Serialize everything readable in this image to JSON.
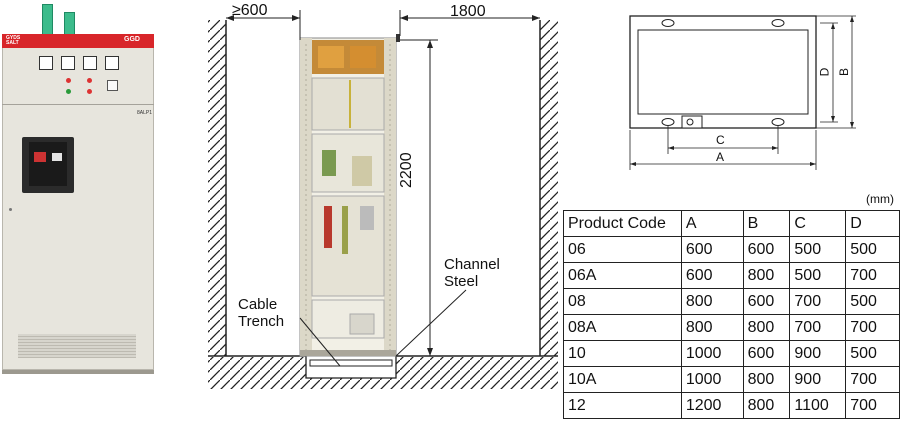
{
  "photo": {
    "logo_text": "GYDS\nSALT",
    "model_badge": "GGD",
    "nameplate": "8ALP1"
  },
  "section": {
    "clearance_front": "≥600",
    "clearance_rear": "1800",
    "height": "2200",
    "channel_steel": [
      "Channel",
      "Steel"
    ],
    "cable_trench": [
      "Cable",
      "Trench"
    ]
  },
  "plan": {
    "dim_A": "A",
    "dim_B": "B",
    "dim_C": "C",
    "dim_D": "D"
  },
  "table": {
    "unit": "(mm)",
    "headers": [
      "Product Code",
      "A",
      "B",
      "C",
      "D"
    ],
    "rows": [
      [
        "06",
        "600",
        "600",
        "500",
        "500"
      ],
      [
        "06A",
        "600",
        "800",
        "500",
        "700"
      ],
      [
        "08",
        "800",
        "600",
        "700",
        "500"
      ],
      [
        "08A",
        "800",
        "800",
        "700",
        "700"
      ],
      [
        "10",
        "1000",
        "600",
        "900",
        "500"
      ],
      [
        "10A",
        "1000",
        "800",
        "900",
        "700"
      ],
      [
        "12",
        "1200",
        "800",
        "1100",
        "700"
      ]
    ]
  },
  "colors": {
    "cabinet_red": "#d8262a",
    "busbar_green": "#3dbc8c",
    "cabinet_grey": "#e7e5dd"
  }
}
